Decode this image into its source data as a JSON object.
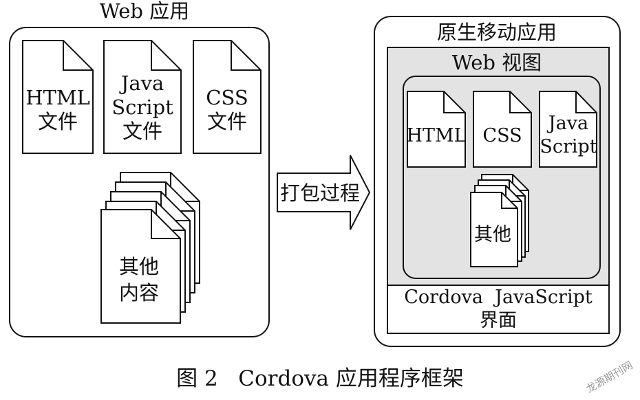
{
  "left_panel": {
    "title": "Web 应用",
    "doc_html": [
      "HTML",
      "文件"
    ],
    "doc_js": [
      "Java",
      "Script",
      "文件"
    ],
    "doc_css": [
      "CSS",
      "文件"
    ],
    "doc_other": [
      "其他",
      "内容"
    ]
  },
  "arrow": {
    "label": "打包过程"
  },
  "right_panel": {
    "title": "原生移动应用",
    "webview_title": "Web 视图",
    "doc_html": "HTML",
    "doc_css": "CSS",
    "doc_js": [
      "Java",
      "Script"
    ],
    "doc_other": "其他",
    "bridge": [
      "Cordova  JavaScript",
      "界面"
    ]
  },
  "caption": "图 2   Cordova 应用程序框架",
  "watermark": "龙源期刊网"
}
